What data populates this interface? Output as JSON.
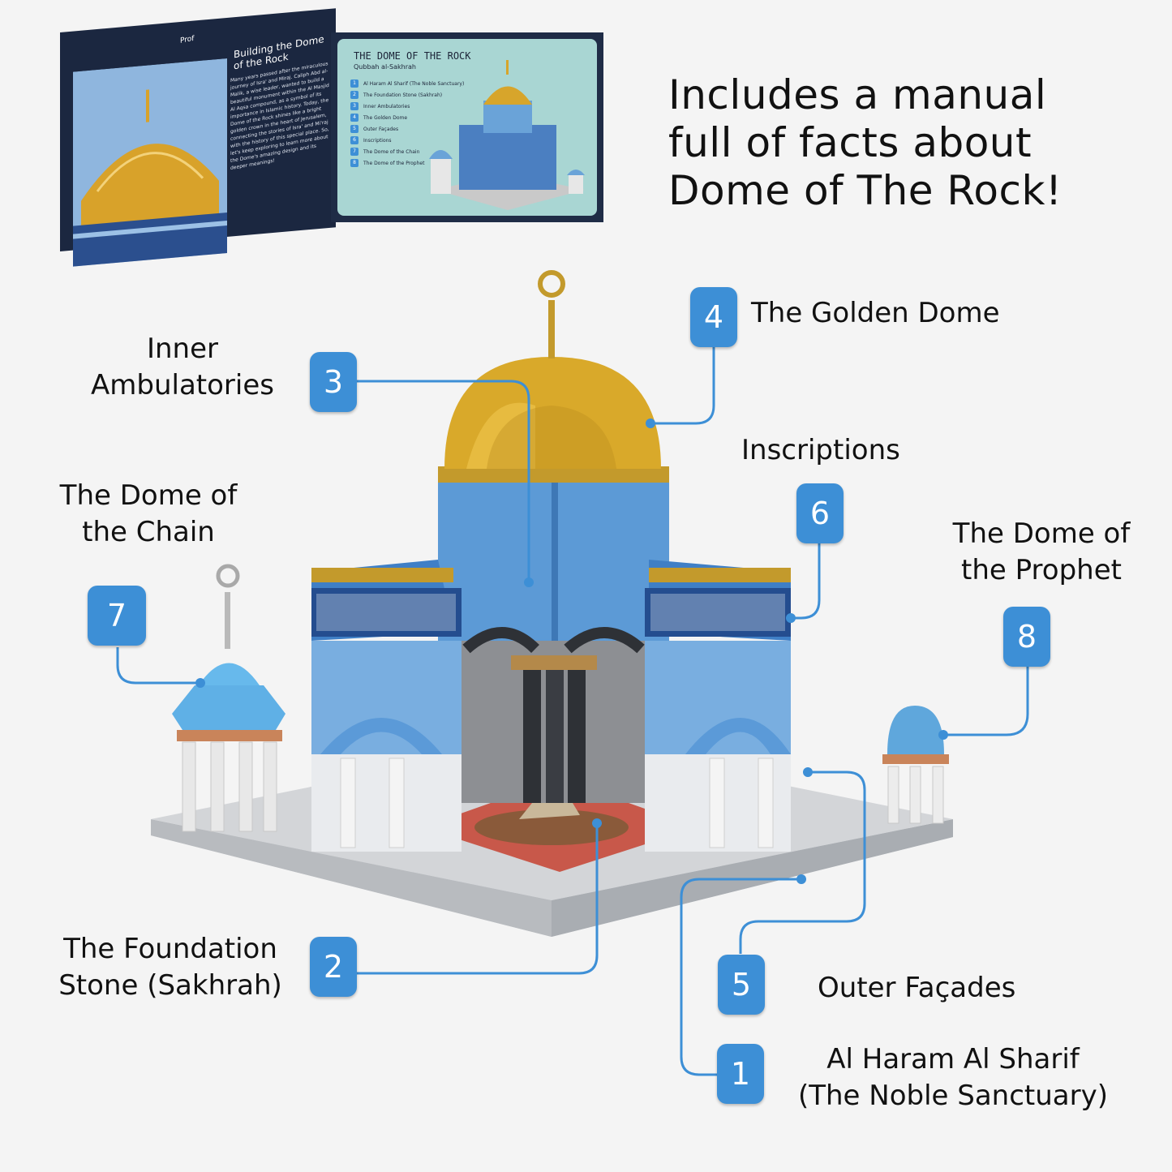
{
  "headline": [
    "Includes a manual",
    "full of facts about",
    "Dome of The Rock!"
  ],
  "manual": {
    "left_prefix": "Prof",
    "left_heading": "Building the Dome of the Rock",
    "left_body": "Many years passed after the miraculous journey of Isra' and Miraj. Caliph Abd al-Malik, a wise leader, wanted to build a beautiful monument within the Al Masjid Al Aqsa compound, as a symbol of its importance in Islamic history. Today, the Dome of the Rock shines like a bright golden crown in the heart of Jerusalem, connecting the stories of Isra' and Mi'raj with the history of this special place. So, let's keep exploring to learn more about the Dome's amazing design and its deeper meanings!",
    "right_title": "THE DOME OF THE ROCK",
    "right_subtitle": "Qubbah al-Sakhrah",
    "items": [
      {
        "n": "1",
        "t": "Al Haram Al Sharif (The Noble Sanctuary)"
      },
      {
        "n": "2",
        "t": "The Foundation Stone (Sakhrah)"
      },
      {
        "n": "3",
        "t": "Inner Ambulatories"
      },
      {
        "n": "4",
        "t": "The Golden Dome"
      },
      {
        "n": "5",
        "t": "Outer Façades"
      },
      {
        "n": "6",
        "t": "Inscriptions"
      },
      {
        "n": "7",
        "t": "The Dome of the Chain"
      },
      {
        "n": "8",
        "t": "The Dome of the Prophet"
      }
    ]
  },
  "callouts": {
    "c1": {
      "num": "1",
      "line1": "Al Haram Al Sharif",
      "line2": "(The Noble Sanctuary)"
    },
    "c2": {
      "num": "2",
      "line1": "The Foundation",
      "line2": "Stone (Sakhrah)"
    },
    "c3": {
      "num": "3",
      "line1": "Inner",
      "line2": "Ambulatories"
    },
    "c4": {
      "num": "4",
      "line1": "The Golden Dome"
    },
    "c5": {
      "num": "5",
      "line1": "Outer Façades"
    },
    "c6": {
      "num": "6",
      "line1": "Inscriptions"
    },
    "c7": {
      "num": "7",
      "line1": "The Dome of",
      "line2": "the Chain"
    },
    "c8": {
      "num": "8",
      "line1": "The Dome of",
      "line2": "the Prophet"
    }
  },
  "colors": {
    "badge": "#3d8fd6",
    "leader": "#3d8fd6",
    "gold": "#d9a92a",
    "tile_blue": "#5aa3dd"
  }
}
